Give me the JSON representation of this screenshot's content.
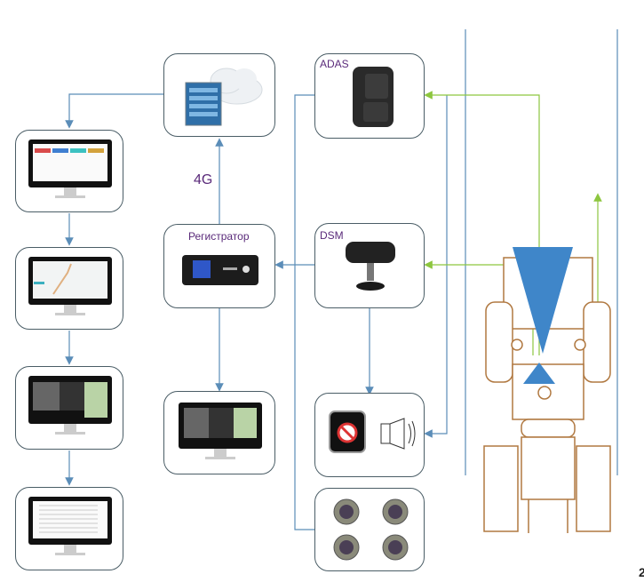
{
  "diagram": {
    "title": "",
    "nodes": {
      "server_cloud": {
        "label": "",
        "icon": "server-cloud-icon"
      },
      "adas": {
        "label": "ADAS",
        "icon": "adas-camera-icon"
      },
      "registrator": {
        "label": "Регистратор",
        "icon": "dvr-recorder-icon"
      },
      "dsm": {
        "label": "DSM",
        "icon": "dsm-camera-icon"
      },
      "alarm": {
        "label": "",
        "icon": "alarm-display-speaker-icon"
      },
      "cameras": {
        "label": "",
        "icon": "dome-cameras-icon"
      },
      "local_monitor": {
        "label": "",
        "icon": "monitor-video-icon"
      },
      "monitors": [
        {
          "label": "",
          "screen": "dashboard"
        },
        {
          "label": "",
          "screen": "map-tracking"
        },
        {
          "label": "",
          "screen": "video-playback"
        },
        {
          "label": "",
          "screen": "report-table"
        }
      ]
    },
    "link_label_4g": "4G",
    "page_number": "2",
    "colors": {
      "box_border": "#4a5d66",
      "blue_line": "#5b8db8",
      "green_line": "#8dc63f",
      "label_text": "#5a2a7a",
      "beam": "#3f86c9",
      "vehicle_outline": "#b07840"
    }
  }
}
